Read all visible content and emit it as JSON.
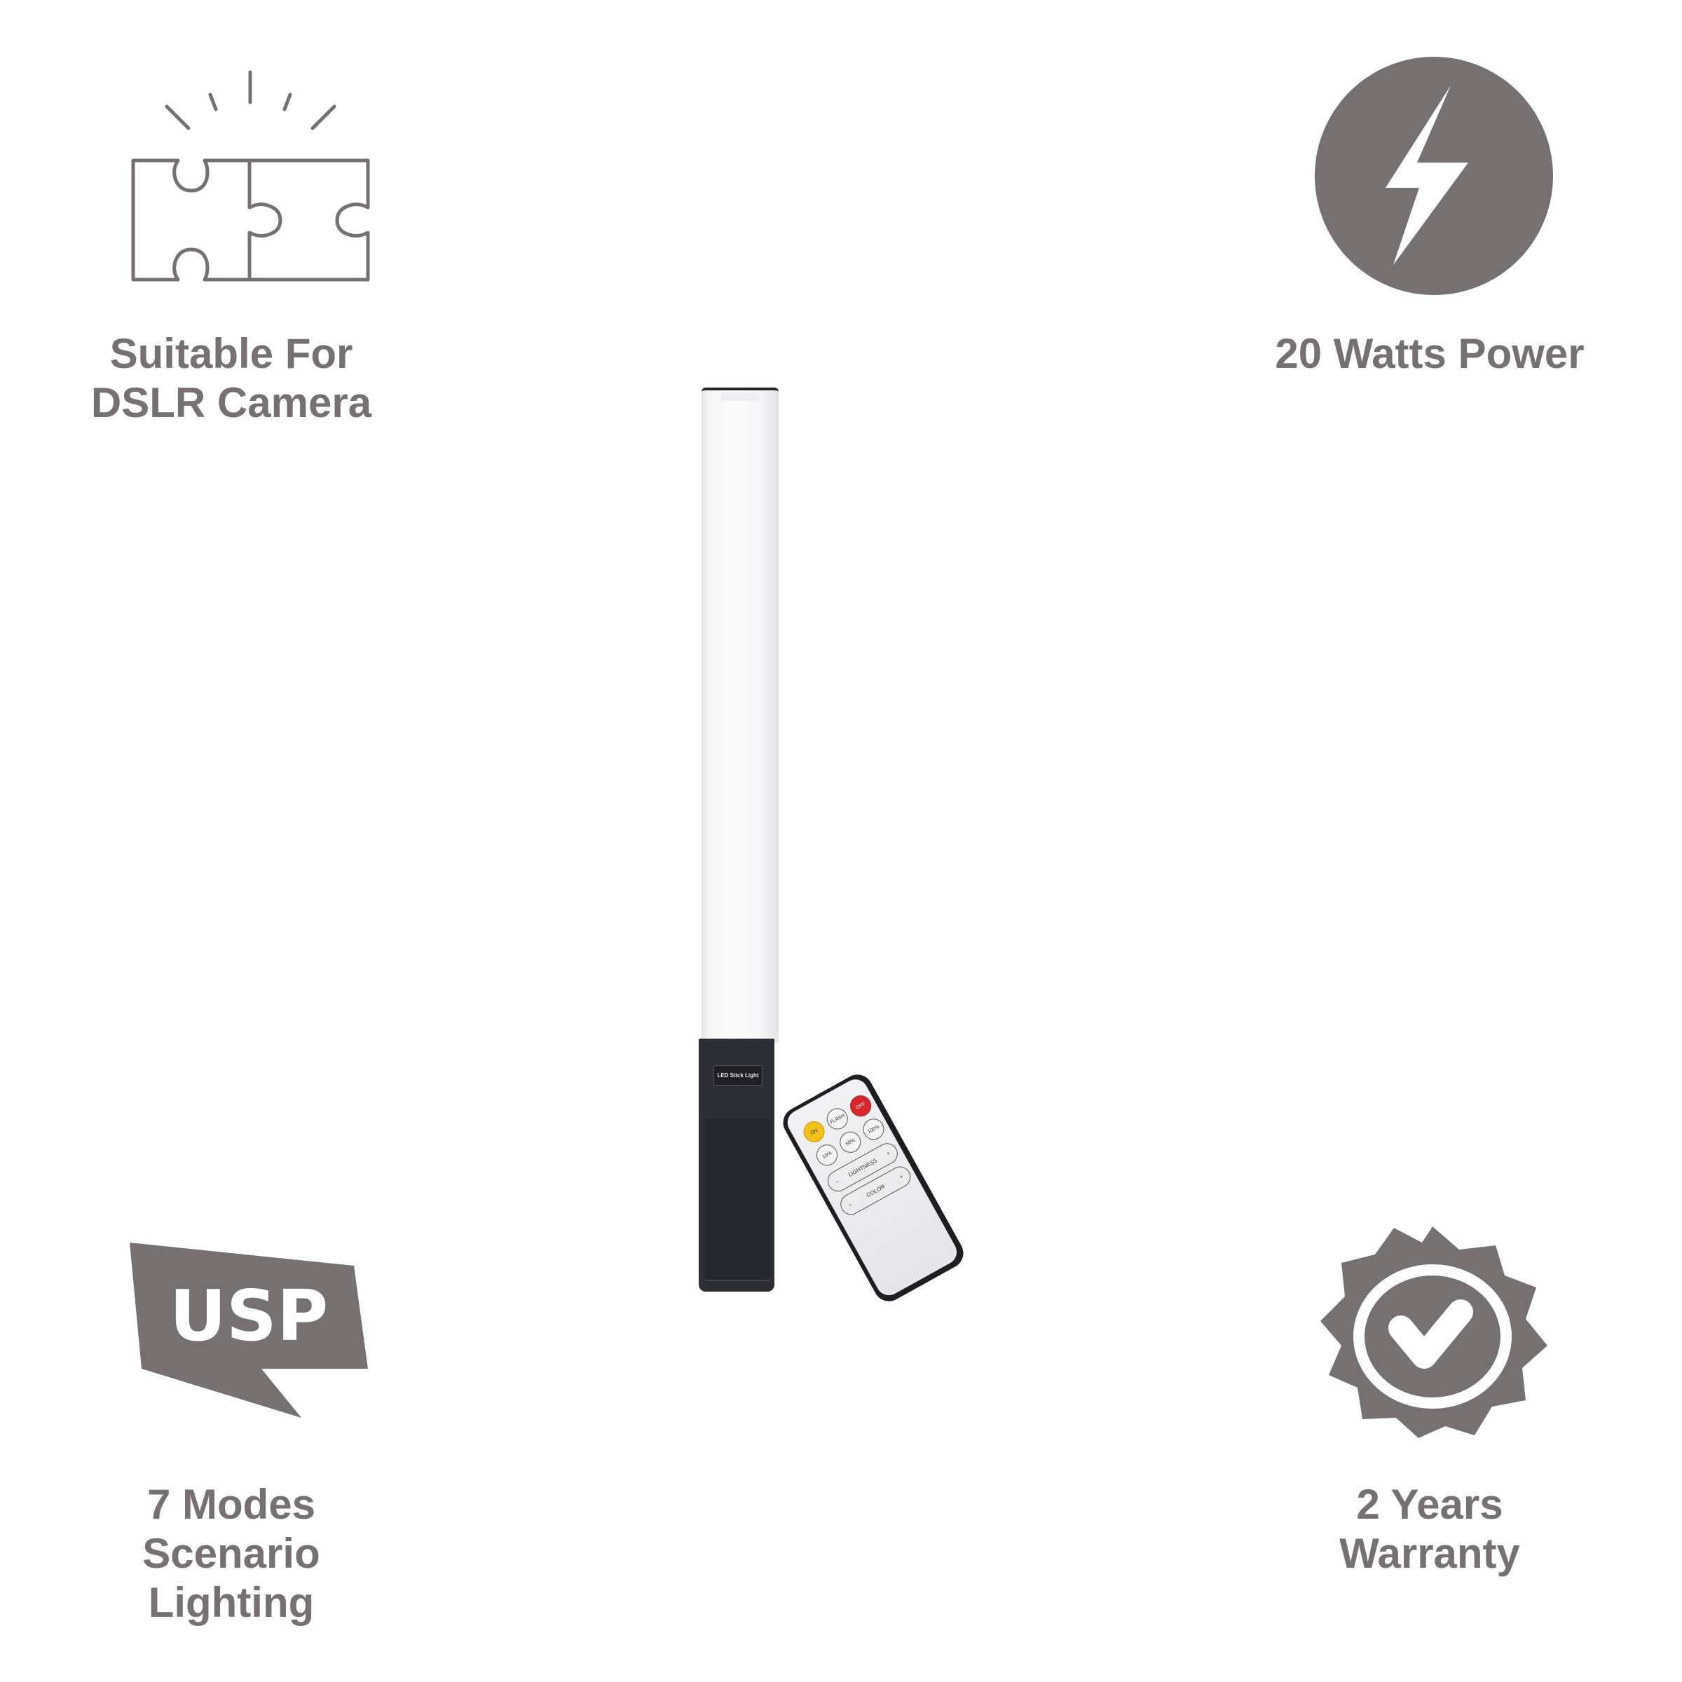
{
  "colors": {
    "icon_gray": "#767170",
    "text_gray": "#767170",
    "background": "#ffffff"
  },
  "features": [
    {
      "id": "dslr",
      "icon": "puzzle-sparkle-icon",
      "lines": [
        "Suitable For",
        "DSLR Camera"
      ]
    },
    {
      "id": "power",
      "icon": "lightning-bolt-icon",
      "lines": [
        "20 Watts Power"
      ]
    },
    {
      "id": "modes",
      "icon": "usp-speech-bubble-icon",
      "icon_text": "USP",
      "lines": [
        "7 Modes",
        "Scenario",
        "Lighting"
      ]
    },
    {
      "id": "warranty",
      "icon": "check-badge-icon",
      "lines": [
        "2 Years",
        "Warranty"
      ]
    }
  ],
  "product": {
    "name_label": "LED Stick Light",
    "remote": {
      "buttons": [
        "ON",
        "FLASH",
        "OFF",
        "10%",
        "50%",
        "100%"
      ],
      "bars": [
        {
          "label": "LIGHTNESS",
          "minus": "−",
          "plus": "+"
        },
        {
          "label": "COLOR",
          "minus": "−",
          "plus": "+"
        }
      ],
      "button_colors": {
        "on": "#f2c21b",
        "off": "#d9262b"
      }
    }
  }
}
